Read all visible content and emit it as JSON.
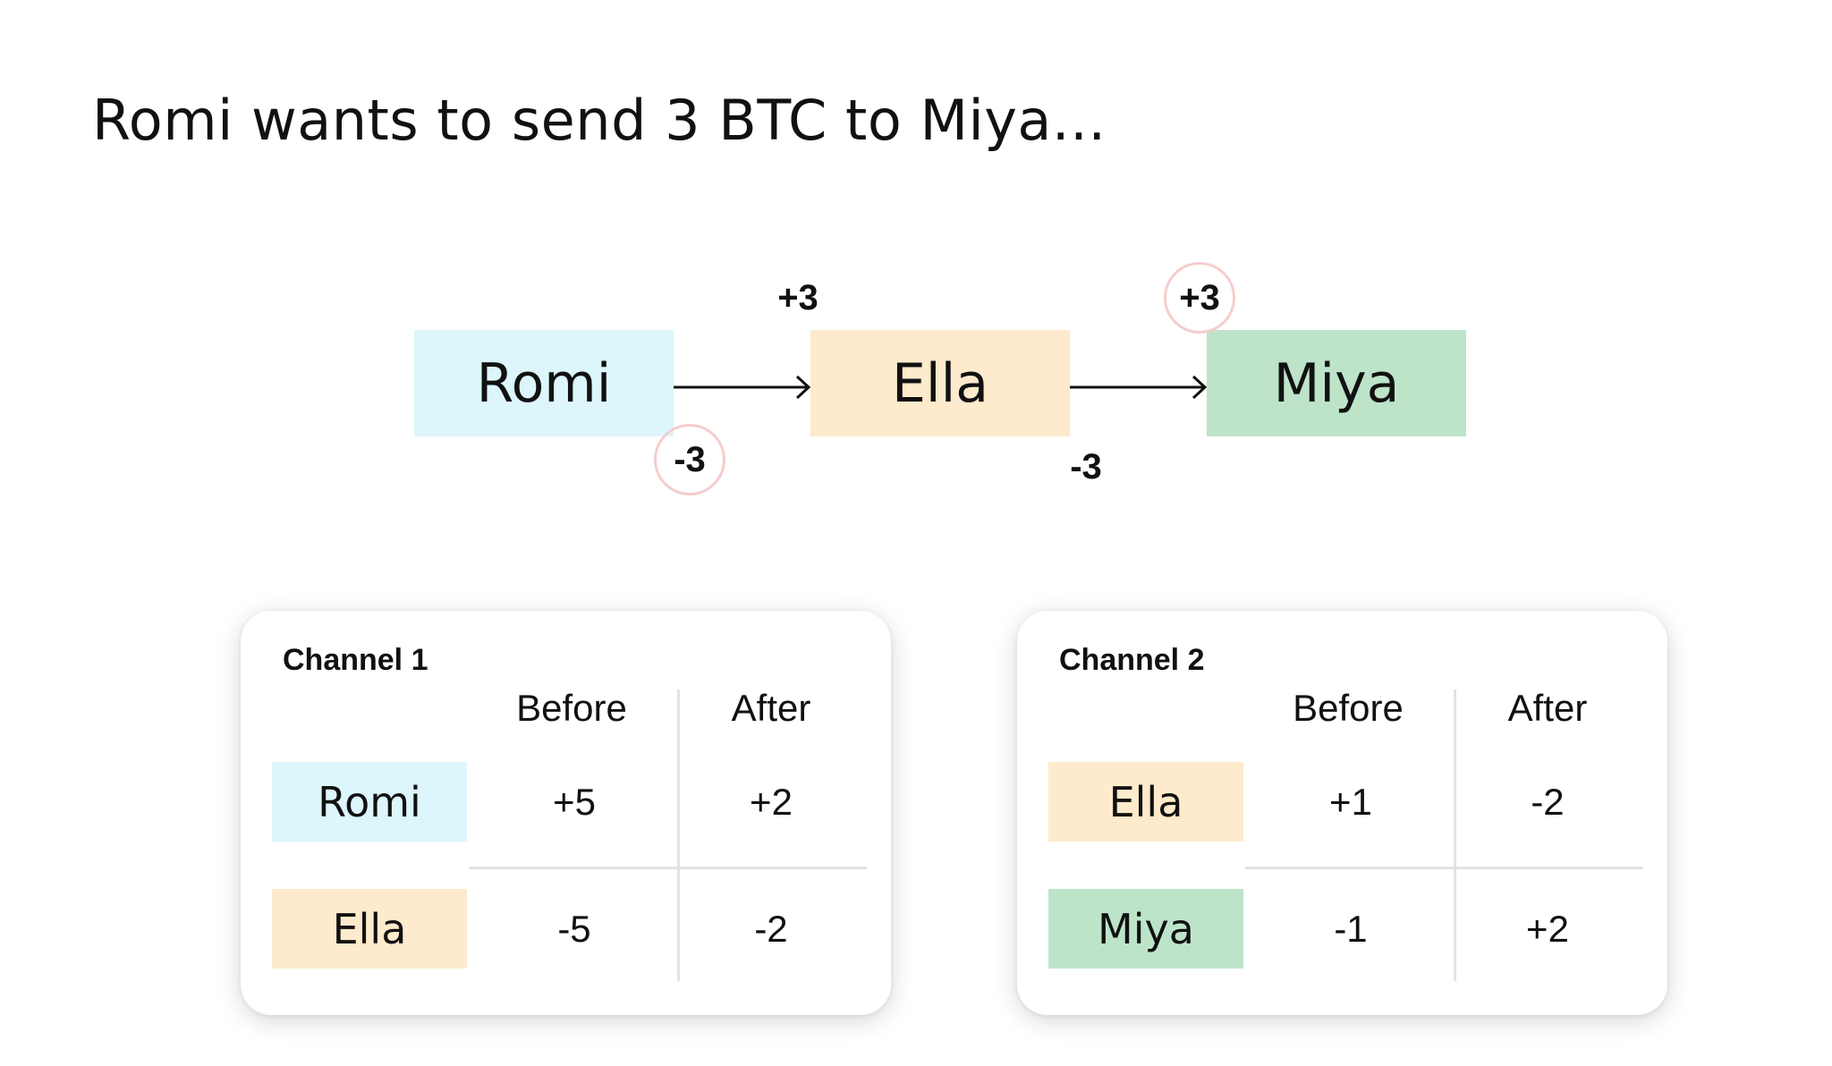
{
  "title": "Romi wants to send 3 BTC to Miya...",
  "flow": {
    "nodes": [
      {
        "name": "Romi",
        "color": "#dcf6fc"
      },
      {
        "name": "Ella",
        "color": "#feeacc"
      },
      {
        "name": "Miya",
        "color": "#bde4c9"
      }
    ],
    "hop1": {
      "gain": "+3",
      "loss": "-3",
      "loss_circled": true
    },
    "hop2": {
      "gain": "+3",
      "loss": "-3",
      "gain_circled": true
    },
    "highlight_color": "#f6cccc"
  },
  "channels": [
    {
      "title": "Channel 1",
      "columns": [
        "Before",
        "After"
      ],
      "rows": [
        {
          "party": "Romi",
          "before": "+5",
          "after": "+2"
        },
        {
          "party": "Ella",
          "before": "-5",
          "after": "-2"
        }
      ]
    },
    {
      "title": "Channel 2",
      "columns": [
        "Before",
        "After"
      ],
      "rows": [
        {
          "party": "Ella",
          "before": "+1",
          "after": "-2"
        },
        {
          "party": "Miya",
          "before": "-1",
          "after": "+2"
        }
      ]
    }
  ]
}
